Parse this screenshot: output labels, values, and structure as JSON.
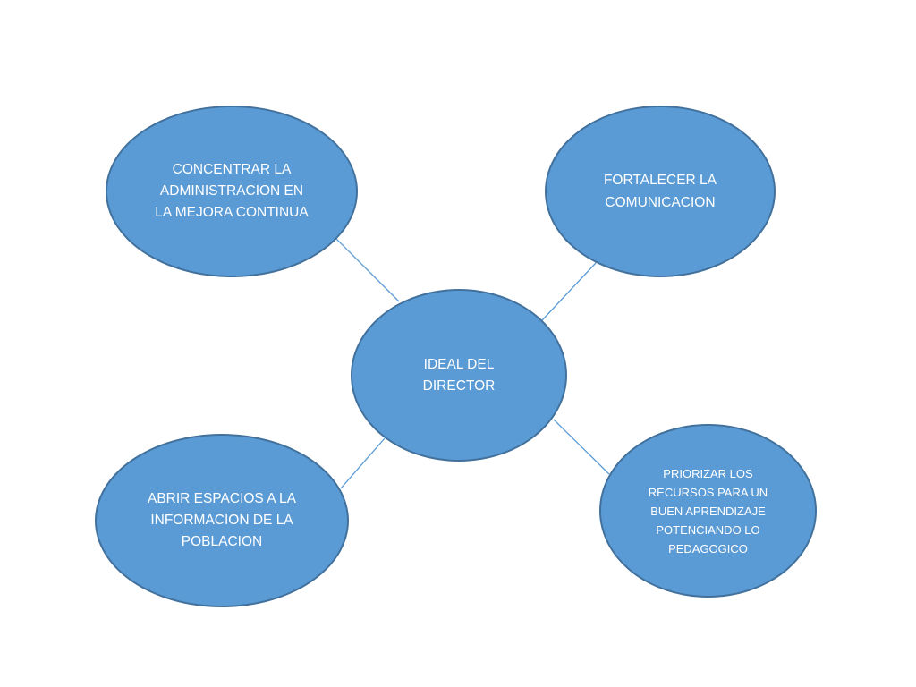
{
  "diagram": {
    "center": {
      "label": "IDEAL DEL\nDIRECTOR"
    },
    "branches": [
      {
        "label": "CONCENTRAR LA\nADMINISTRACION EN\nLA MEJORA CONTINUA"
      },
      {
        "label": "FORTALECER LA\nCOMUNICACION"
      },
      {
        "label": "ABRIR ESPACIOS A LA\nINFORMACION DE LA\nPOBLACION"
      },
      {
        "label": "PRIORIZAR LOS\nRECURSOS PARA UN\nBUEN APRENDIZAJE\nPOTENCIANDO LO\nPEDAGOGICO"
      }
    ],
    "colors": {
      "node_fill": "#5b9bd5",
      "node_border": "#41719c",
      "connector": "#5b9bd5",
      "text": "#ffffff"
    }
  }
}
